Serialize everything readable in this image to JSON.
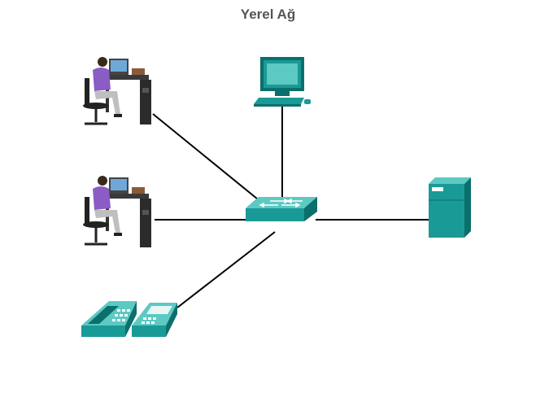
{
  "diagram": {
    "title": "Yerel Ağ",
    "nodes": [
      {
        "id": "workstation-1",
        "icon": "user-workstation-icon"
      },
      {
        "id": "workstation-2",
        "icon": "user-workstation-icon"
      },
      {
        "id": "ip-phone",
        "icon": "ip-phone-icon"
      },
      {
        "id": "pc",
        "icon": "desktop-pc-icon"
      },
      {
        "id": "switch",
        "icon": "network-switch-icon"
      },
      {
        "id": "server",
        "icon": "server-icon"
      }
    ],
    "links": [
      {
        "from": "workstation-1",
        "to": "switch"
      },
      {
        "from": "workstation-2",
        "to": "switch"
      },
      {
        "from": "ip-phone",
        "to": "switch"
      },
      {
        "from": "pc",
        "to": "switch"
      },
      {
        "from": "server",
        "to": "switch"
      }
    ],
    "colors": {
      "device_teal": "#1a9a96",
      "device_teal_dark": "#0b6f6c",
      "device_teal_light": "#5cc9c3",
      "link": "#000000",
      "person_shirt": "#8a5cc4",
      "title": "#555555"
    }
  }
}
